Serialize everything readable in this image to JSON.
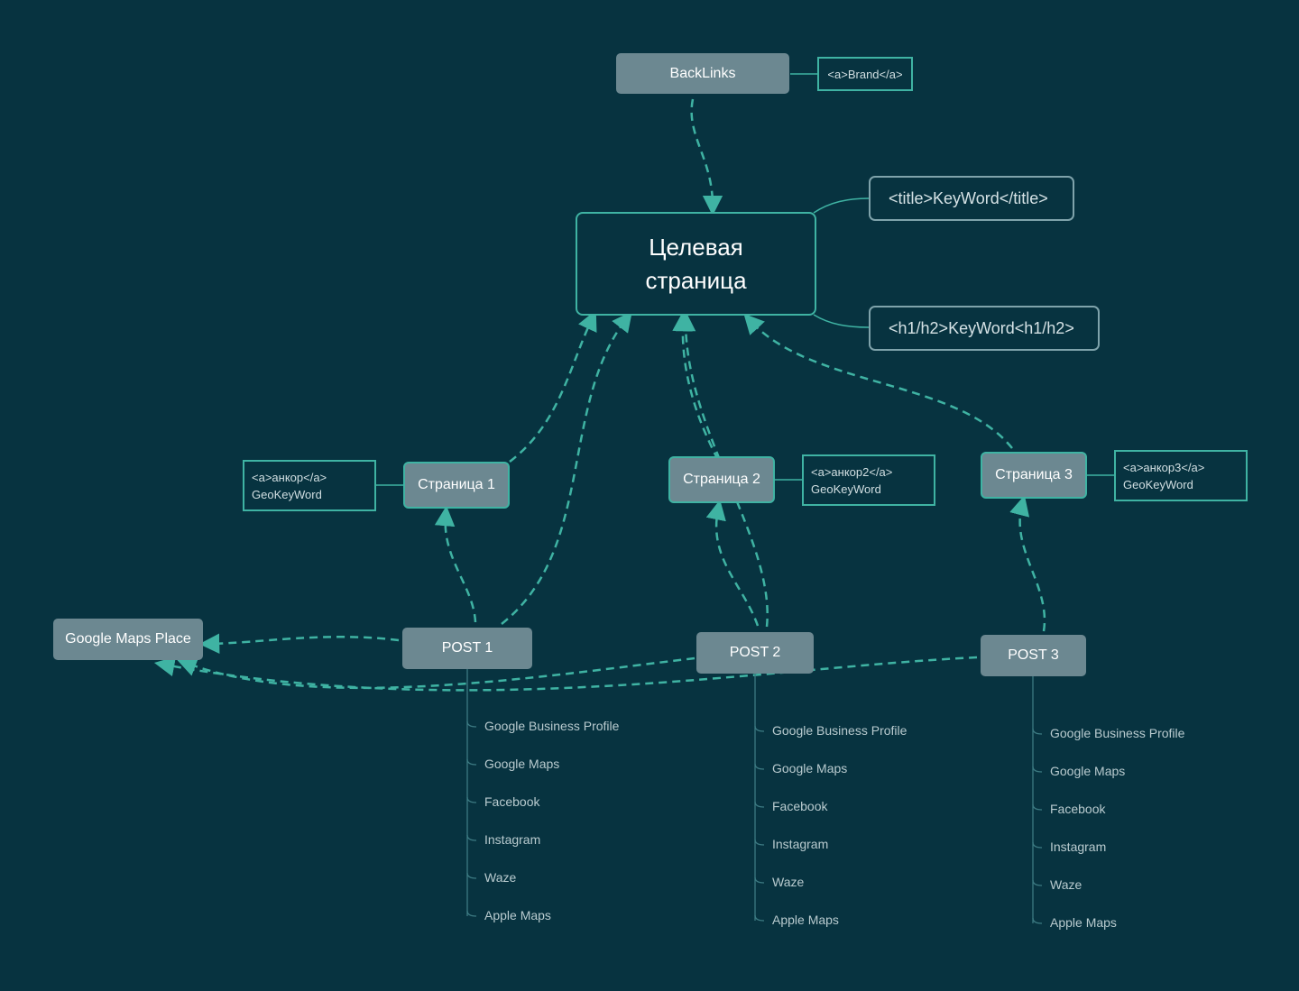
{
  "backlinks": {
    "label": "BackLinks",
    "brand_tag": "<a>Brand</a>"
  },
  "target": {
    "line1": "Целевая",
    "line2": "страница"
  },
  "target_tags": {
    "title": "<title>KeyWord</title>",
    "heading": "<h1/h2>KeyWord<h1/h2>"
  },
  "pages": [
    {
      "label": "Страница 1",
      "anchor_line1": "<a>анкор</a>",
      "anchor_line2": "GeoKeyWord"
    },
    {
      "label": "Страница 2",
      "anchor_line1": "<a>анкор2</a>",
      "anchor_line2": "GeoKeyWord"
    },
    {
      "label": "Страница 3",
      "anchor_line1": "<a>анкор3</a>",
      "anchor_line2": "GeoKeyWord"
    }
  ],
  "posts": [
    {
      "label": "POST 1",
      "items": [
        "Google Business Profile",
        "Google Maps",
        "Facebook",
        "Instagram",
        "Waze",
        "Apple Maps"
      ]
    },
    {
      "label": "POST 2",
      "items": [
        "Google Business Profile",
        "Google Maps",
        "Facebook",
        "Instagram",
        "Waze",
        "Apple Maps"
      ]
    },
    {
      "label": "POST 3",
      "items": [
        "Google Business Profile",
        "Google Maps",
        "Facebook",
        "Instagram",
        "Waze",
        "Apple Maps"
      ]
    }
  ],
  "google_maps_place": {
    "label": "Google Maps Place"
  },
  "colors": {
    "background": "#073340",
    "accent": "#3fb3a3",
    "node_gray": "#6c8891"
  }
}
